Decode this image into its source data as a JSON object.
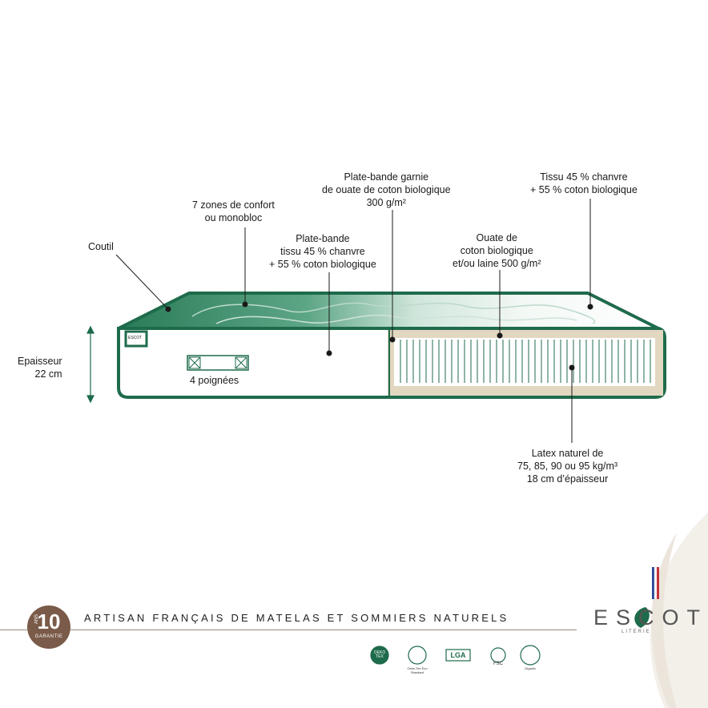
{
  "labels": {
    "coutil": "Coutil",
    "zones": [
      "7 zones de confort",
      "ou monobloc"
    ],
    "plate_bande": [
      "Plate-bande",
      "tissu 45 % chanvre",
      "+ 55 % coton biologique"
    ],
    "plate_bande_garnie": [
      "Plate-bande garnie",
      "de ouate de coton biologique",
      "300 g/m²"
    ],
    "ouate": [
      "Ouate de",
      "coton biologique",
      "et/ou laine 500 g/m²"
    ],
    "tissu": [
      "Tissu 45 % chanvre",
      "+ 55 % coton biologique"
    ],
    "epaisseur": [
      "Epaisseur",
      "22 cm"
    ],
    "poignees": "4 poignées",
    "latex": [
      "Latex naturel de",
      "75, 85, 90 ou 95 kg/m³",
      "18 cm d’épaisseur"
    ]
  },
  "footer": {
    "tagline": "ARTISAN FRANÇAIS DE MATELAS ET SOMMIERS NATURELS",
    "badge_number": "10",
    "badge_ans": "ANS",
    "badge_garantie": "GARANTIE",
    "brand": "ESCOT",
    "brand_sub": "LITERIE",
    "mattress_tag": "ESCOT"
  },
  "certifications": [
    "OEKO TEX",
    "Oeko-Tex Eco Standard",
    "LGA",
    "FSC",
    "Organic"
  ],
  "colors": {
    "green": "#1e6b4b",
    "cream": "#e2d7c0",
    "brown": "#7a5a48",
    "line": "#9c8b77"
  }
}
